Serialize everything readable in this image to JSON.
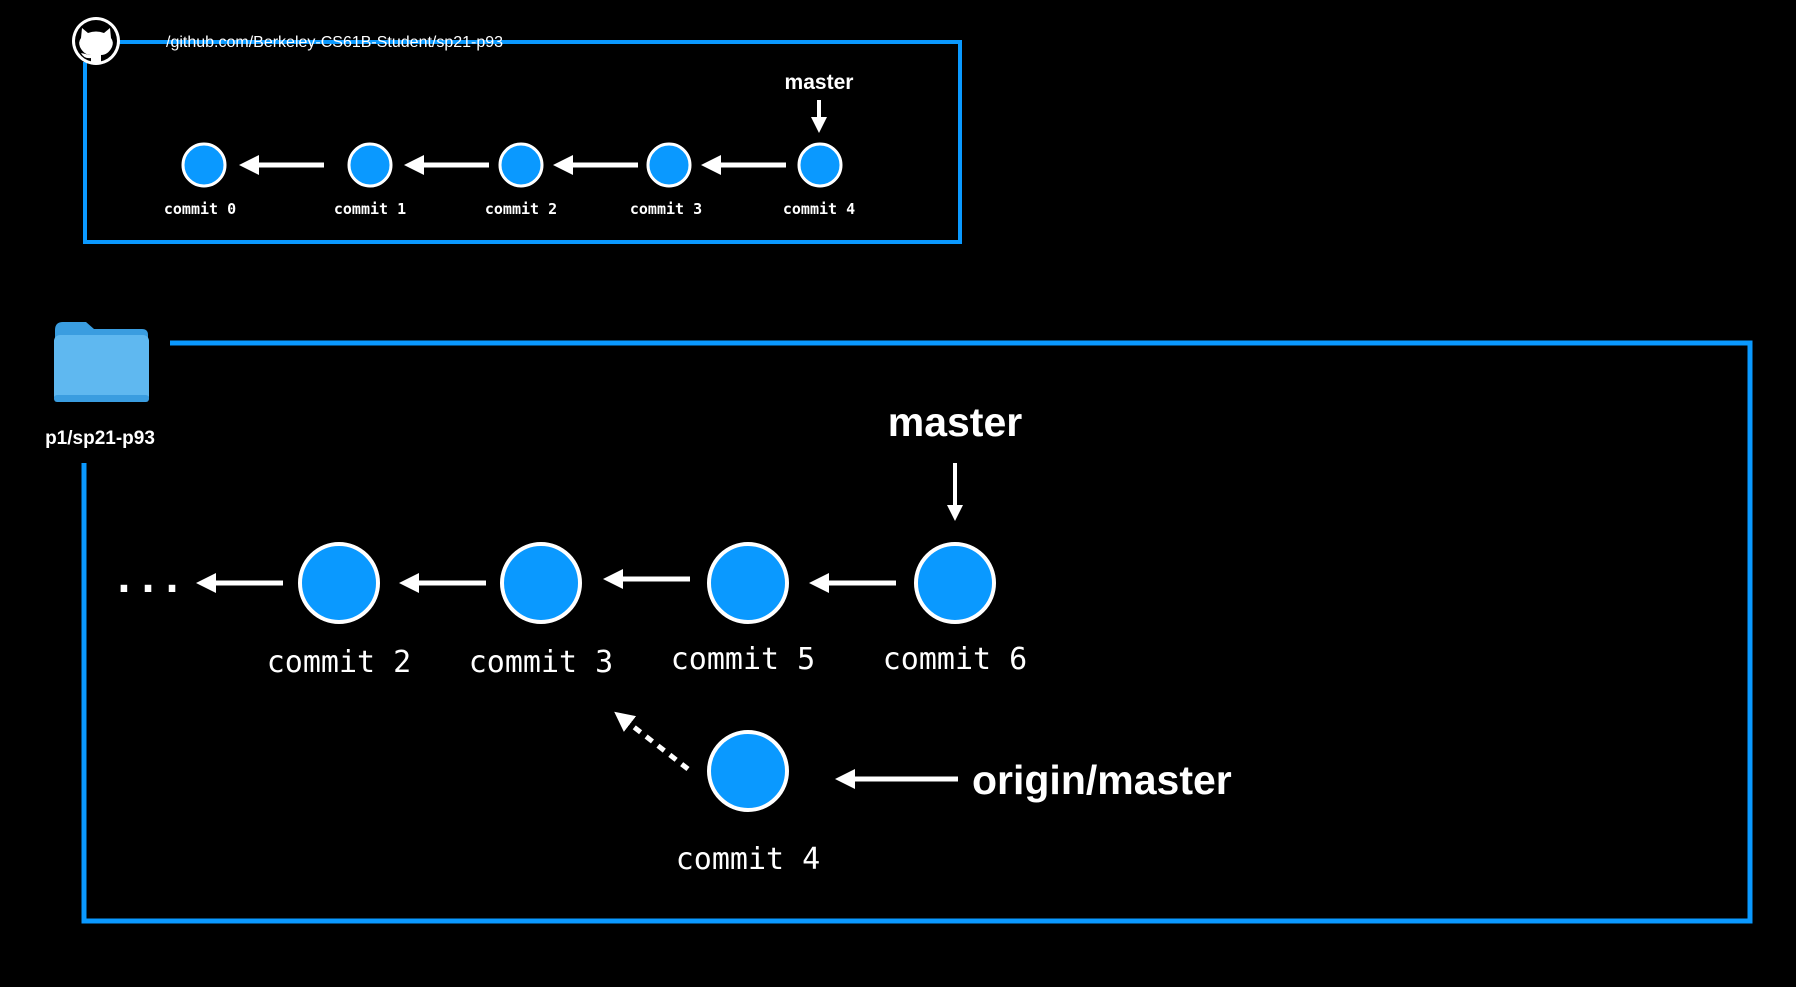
{
  "colors": {
    "background": "#000000",
    "accent": "#0a99ff",
    "foreground": "#ffffff",
    "folder_light": "#5fb8f0",
    "folder_dark": "#3a9de0"
  },
  "remote": {
    "icon": "github-icon",
    "url": "/github.com/Berkeley-CS61B-Student/sp21-p93",
    "branch_label": "master",
    "commits": [
      {
        "label": "commit 0"
      },
      {
        "label": "commit 1"
      },
      {
        "label": "commit 2"
      },
      {
        "label": "commit 3"
      },
      {
        "label": "commit 4"
      }
    ]
  },
  "local": {
    "icon": "folder-icon",
    "folder_label": "p1/sp21-p93",
    "ellipsis": "...",
    "branch_label": "master",
    "tracking_label": "origin/master",
    "commits": [
      {
        "label": "commit 2"
      },
      {
        "label": "commit 3"
      },
      {
        "label": "commit 5"
      },
      {
        "label": "commit 6"
      },
      {
        "label": "commit 4"
      }
    ]
  }
}
